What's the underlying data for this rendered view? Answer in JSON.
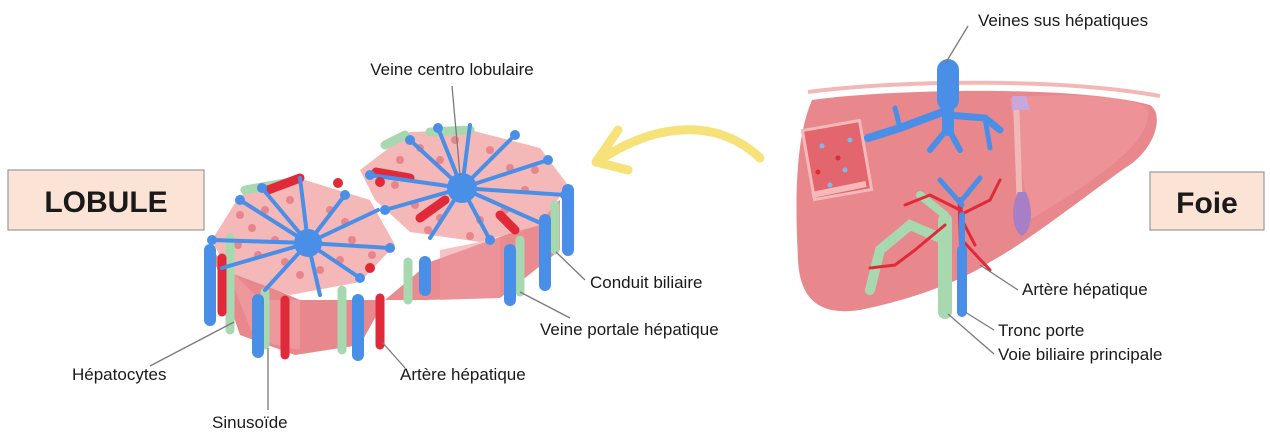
{
  "titles": {
    "lobule": "LOBULE",
    "liver": "Foie"
  },
  "labels": {
    "veine_centro_lobulaire": "Veine centro lobulaire",
    "conduit_biliaire": "Conduit biliaire",
    "veine_portale": "Veine portale hépatique",
    "artere_lobule": "Artère hépatique",
    "hepatocytes": "Hépatocytes",
    "sinusoide": "Sinusoïde",
    "veines_sus_hepatiques": "Veines sus hépatiques",
    "artere_foie": "Artère hépatique",
    "tronc_porte": "Tronc porte",
    "voie_biliaire": "Voie biliaire principale"
  },
  "colors": {
    "label_box": "#fbe3d6",
    "parenchyma": "#e8888c",
    "vein_blue": "#4a8fe7",
    "artery_red": "#e02a3a",
    "bile_green": "#a8d8b0",
    "arrow_yellow": "#f7e27a",
    "gallbladder_purple": "#a77fc6"
  }
}
